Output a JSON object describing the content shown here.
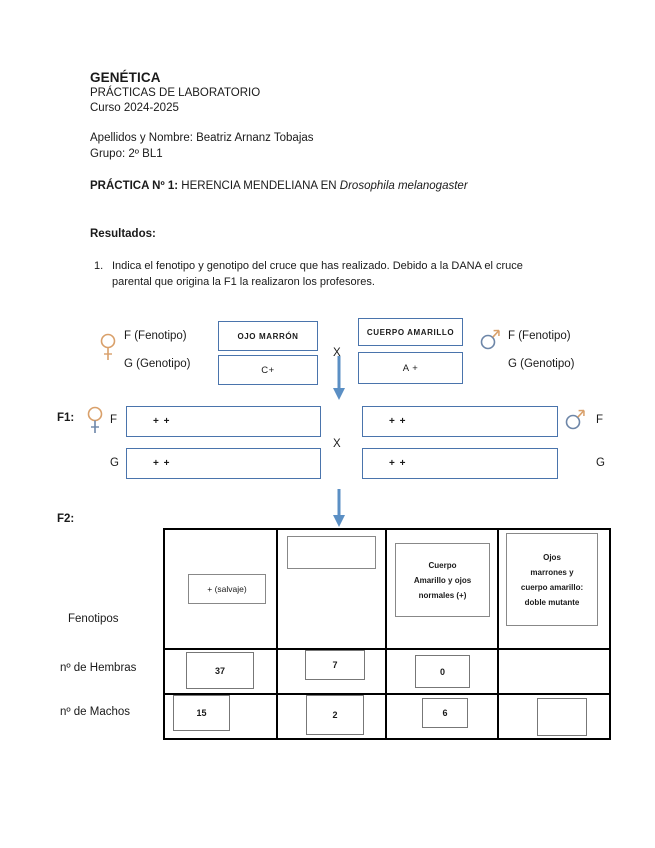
{
  "header": {
    "title": "GENÉTICA",
    "subtitle": "PRÁCTICAS DE LABORATORIO",
    "course": "Curso 2024-2025",
    "name_line": "Apellidos y Nombre: Beatriz Arnanz Tobajas",
    "group_line": "Grupo: 2º BL1",
    "practica_label": "PRÁCTICA Nº 1:",
    "practica_text": " HERENCIA MENDELIANA EN ",
    "practica_italic": "Drosophila melanogaster"
  },
  "results": {
    "heading": "Resultados:",
    "items": [
      {
        "number": "1.",
        "text": "Indica el fenotipo y genotipo del cruce que has realizado. Debido a la DANA el cruce parental que origina la F1 la realizaron los profesores."
      }
    ]
  },
  "parental": {
    "female_symbol": "female-symbol",
    "male_symbol": "male-symbol",
    "left_pheno_label": "F (Fenotipo)",
    "left_geno_label": "G (Genotipo)",
    "right_pheno_label": "F (Fenotipo)",
    "right_geno_label": "G (Genotipo)",
    "female_pheno_value": "OJO MARRÓN",
    "female_geno_value": "C+",
    "male_pheno_value": "CUERPO AMARILLO",
    "male_geno_value": "A +",
    "cross_mark": "X"
  },
  "f1": {
    "tag": "F1:",
    "cross_mark": "X",
    "female_f_label": "F",
    "female_g_label": "G",
    "male_f_label": "F",
    "male_g_label": "G",
    "female_f_value": "+ +",
    "female_g_value": "+ +",
    "male_f_value": "+ +",
    "male_g_value": "+ +"
  },
  "f2": {
    "tag": "F2:",
    "row_labels": {
      "phenotypes": "Fenotipos",
      "females": "nº de Hembras",
      "males": "nº de Machos"
    },
    "phenotypes": [
      {
        "id": "col1",
        "text": "+ (salvaje)",
        "lines": [
          "+ (salvaje)"
        ],
        "empty": false
      },
      {
        "id": "col2",
        "text": "",
        "lines": [
          ""
        ],
        "empty": true
      },
      {
        "id": "col3",
        "text": "Cuerpo Amarillo y ojos normales (+)",
        "lines": [
          "Cuerpo",
          "Amarillo y ojos",
          "normales (+)"
        ],
        "empty": false
      },
      {
        "id": "col4",
        "text": "Ojos marrones y cuerpo amarillo: doble mutante",
        "lines": [
          "Ojos",
          "marrones y",
          "cuerpo amarillo:",
          "doble mutante"
        ],
        "empty": false
      }
    ],
    "females_counts": [
      "37",
      "7",
      "0",
      ""
    ],
    "males_counts": [
      "15",
      "2",
      "6",
      ""
    ]
  },
  "colors": {
    "box_border_blue": "#4a74ac",
    "arrow_blue": "#5b8fc4",
    "table_border": "#000000",
    "inner_box_border": "#888888",
    "female_symbol_color": "#d9a06a",
    "male_symbol_color": "#6d86a8",
    "text": "#1a1a1a",
    "page_background": "#ffffff"
  }
}
